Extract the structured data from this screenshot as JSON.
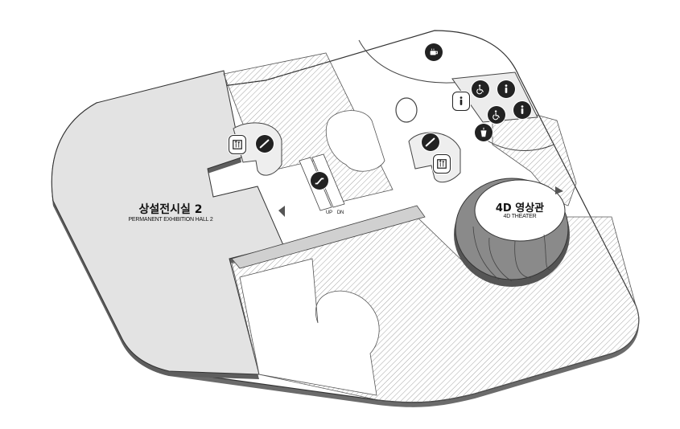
{
  "halls": {
    "permanent_2": {
      "ko": "상설전시실 2",
      "en": "PERMANENT EXHIBITION HALL 2"
    },
    "theater_4d": {
      "ko": "4D 영상관",
      "en": "4D THEATER"
    }
  },
  "escalator": {
    "up": "UP",
    "dn": "DN"
  },
  "facilities": [
    {
      "id": "cafe",
      "icon": "coffee-cup-icon"
    },
    {
      "id": "accessible-restroom-1",
      "icon": "wheelchair-icon"
    },
    {
      "id": "restroom-female-1",
      "icon": "person-icon"
    },
    {
      "id": "restroom-male-1",
      "icon": "person-icon"
    },
    {
      "id": "accessible-restroom-2",
      "icon": "wheelchair-icon"
    },
    {
      "id": "restroom-2",
      "icon": "person-icon"
    },
    {
      "id": "water-fountain",
      "icon": "cup-icon"
    },
    {
      "id": "elevator-left",
      "icon": "elevator-icon"
    },
    {
      "id": "stairs-left",
      "icon": "stairs-icon"
    },
    {
      "id": "escalator",
      "icon": "escalator-icon"
    },
    {
      "id": "stairs-center",
      "icon": "stairs-icon"
    },
    {
      "id": "elevator-center",
      "icon": "elevator-icon"
    }
  ],
  "colors": {
    "hall": "#e3e3e3",
    "hatch": "#9a9a9a",
    "outline": "#333333",
    "icon": "#222222"
  }
}
